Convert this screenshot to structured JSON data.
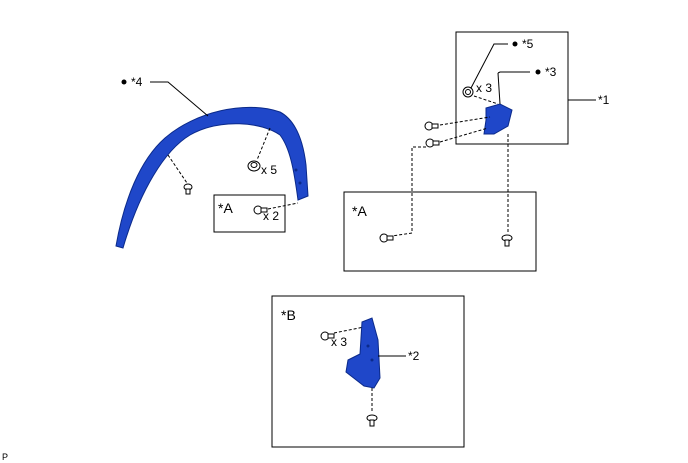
{
  "labels": {
    "callout_4": "*4",
    "callout_5": "*5",
    "callout_3": "*3",
    "callout_1": "*1",
    "callout_2": "*2",
    "box_a_left": "*A",
    "box_a_right": "*A",
    "box_b": "*B",
    "qty_clip_x5": "x 5",
    "qty_screw_x2": "x 2",
    "qty_x3_top": "x 3",
    "qty_x3_bottom": "x 3",
    "corner_code": "P"
  },
  "colors": {
    "part_fill": "#1f47c9",
    "part_stroke": "#0b2a8a",
    "line": "#000000"
  }
}
